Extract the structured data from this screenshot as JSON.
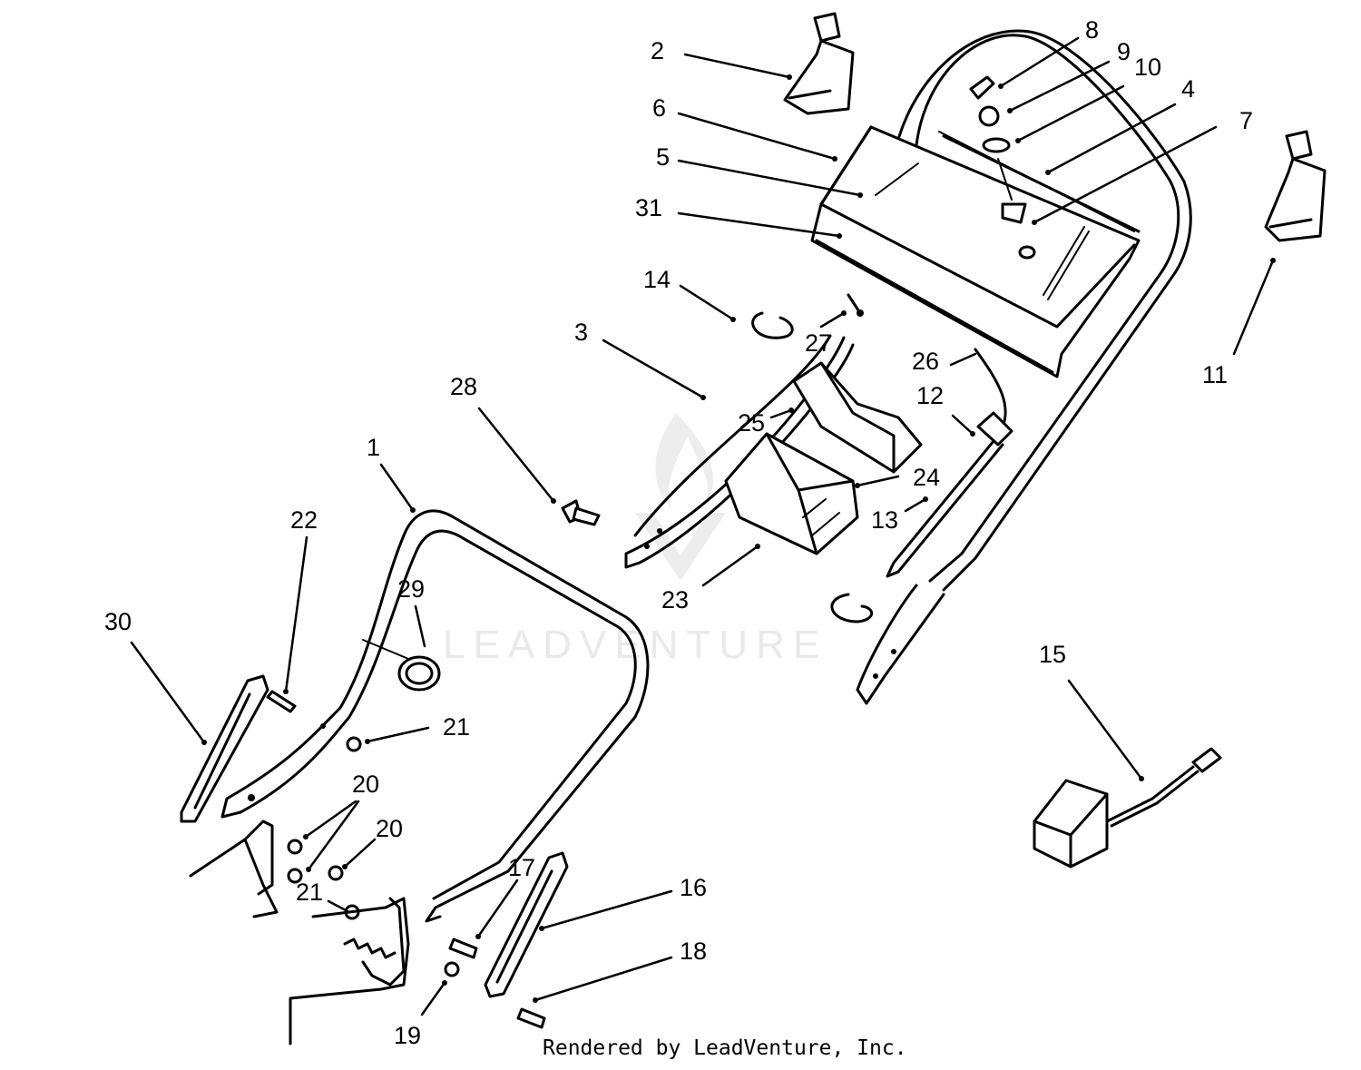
{
  "watermark": "LEADVENTURE",
  "footer": "Rendered by LeadVenture, Inc.",
  "callouts": [
    "1",
    "2",
    "3",
    "4",
    "5",
    "6",
    "7",
    "8",
    "9",
    "10",
    "11",
    "12",
    "13",
    "14",
    "15",
    "16",
    "17",
    "18",
    "19",
    "20",
    "20",
    "21",
    "21",
    "22",
    "23",
    "24",
    "25",
    "26",
    "27",
    "28",
    "29",
    "30",
    "31"
  ]
}
